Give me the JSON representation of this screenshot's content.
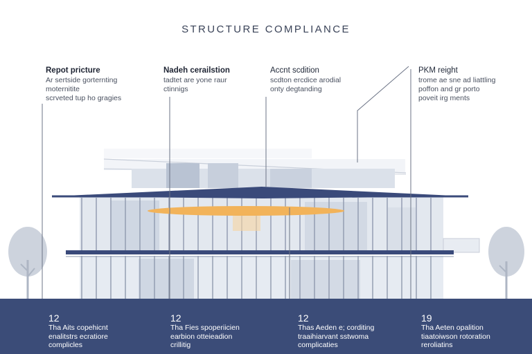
{
  "title": "STRUCTURE COMPLIANCE",
  "callouts": [
    {
      "title": "Repot pricture",
      "text": "Ar sertside gorternting\nmoternitite\nscrveted tup ho gragies"
    },
    {
      "title": "Nadeh cerailstion",
      "text": "tadtet are yone raur\nctinnigs"
    },
    {
      "title": "Accnt scdition",
      "text": "scdton ercdice arodial\nonty degtanding"
    },
    {
      "title": "PKM reight",
      "text": "trome ae sne ad liattling\npoffon and gr porto\npoveit irg ments"
    }
  ],
  "stats": [
    {
      "number": "12",
      "text": "Tha Aits copehicnt\nenalitstrs ecratiore\ncomplicles"
    },
    {
      "number": "12",
      "text": "Tha Fies spoperiicien\nearbion otteieadion\ncrillitig"
    },
    {
      "number": "12",
      "text": "Thas Aeden e; corditing\ntraaihiarvant sstwoma\ncomplicaties"
    },
    {
      "number": "19",
      "text": "Tha Aeten opalition\ntiaatoiwson rotoration\nreroliatins"
    }
  ],
  "colors": {
    "band": "#3b4c78",
    "slab": "#3a4a7a",
    "highlight": "#f2b35a",
    "line": "#6b7385"
  }
}
